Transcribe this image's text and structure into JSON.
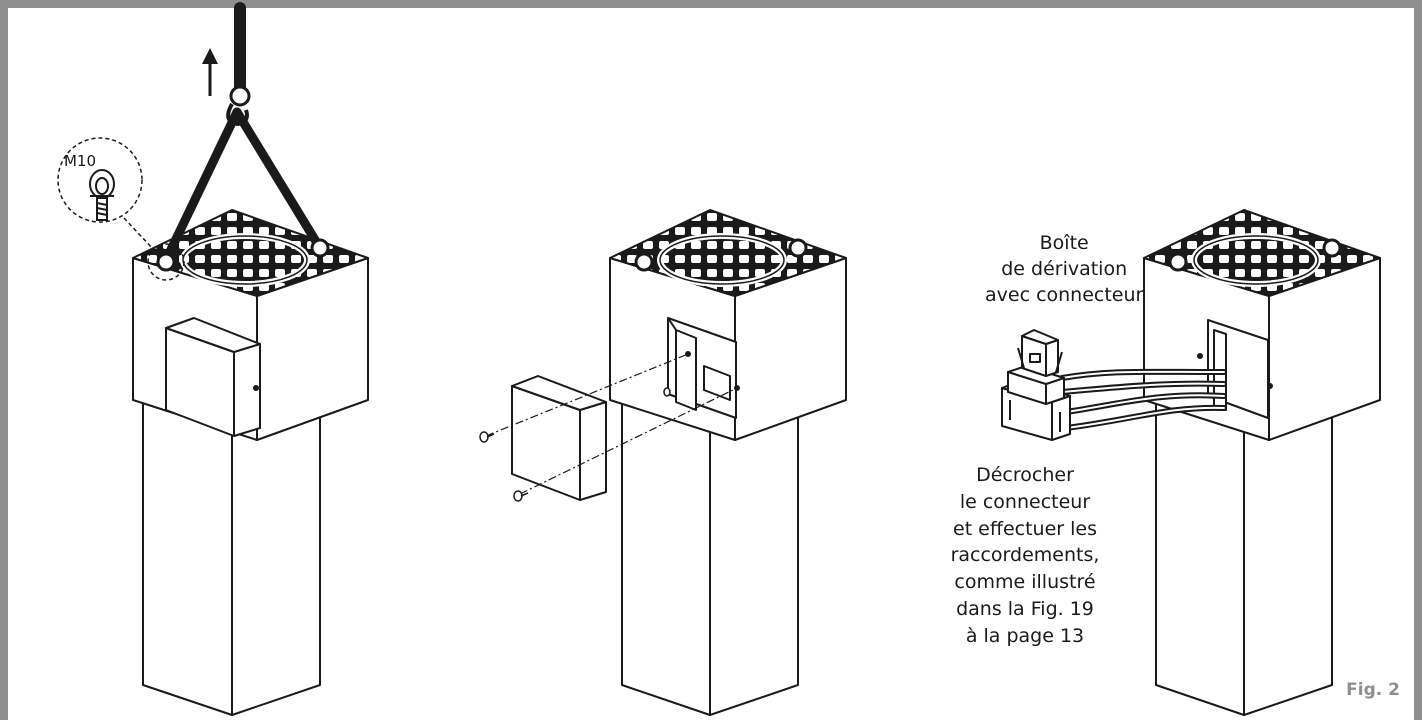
{
  "labels": {
    "bolt_size": "M10",
    "junction_box": [
      "Boîte",
      "de dérivation",
      "avec connecteur"
    ],
    "instruction": [
      "Décrocher",
      "le connecteur",
      "et effectuer les",
      "raccordements,",
      "comme illustré",
      "dans la Fig. 19",
      "à la page 13"
    ],
    "figure_number": "Fig. 2"
  },
  "colors": {
    "frame": "#8f8f8f",
    "line": "#1a1a1a",
    "fill": "#ffffff",
    "figure_label": "#8f8f8f"
  },
  "icons": [
    "lift-arrow-icon",
    "crane-hook-icon",
    "eye-bolt-icon",
    "screw-icon",
    "cable-icon",
    "connector-icon"
  ]
}
